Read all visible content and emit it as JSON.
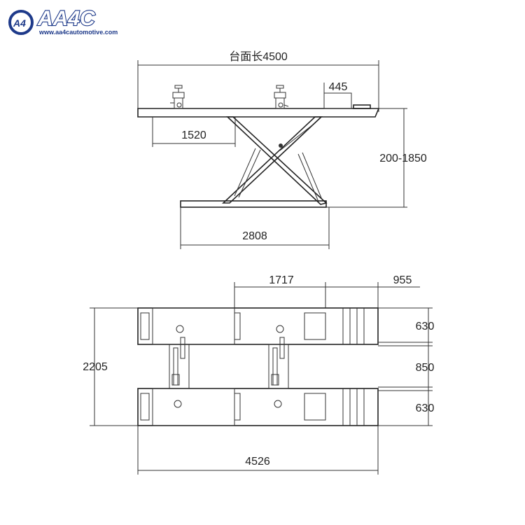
{
  "logo": {
    "brand": "AA4C",
    "emblem": "A4",
    "url": "www.aa4cautomotive.com",
    "color": "#1e3a8a"
  },
  "side_view": {
    "platform_length_label": "台面长4500",
    "block_width": "445",
    "jack_offset": "1520",
    "height_range": "200-1850",
    "base_length": "2808"
  },
  "top_view": {
    "center_distance": "1717",
    "ramp_length": "955",
    "runway_width_top": "630",
    "gap_width": "850",
    "runway_width_bottom": "630",
    "overall_width": "2205",
    "overall_length": "4526"
  }
}
